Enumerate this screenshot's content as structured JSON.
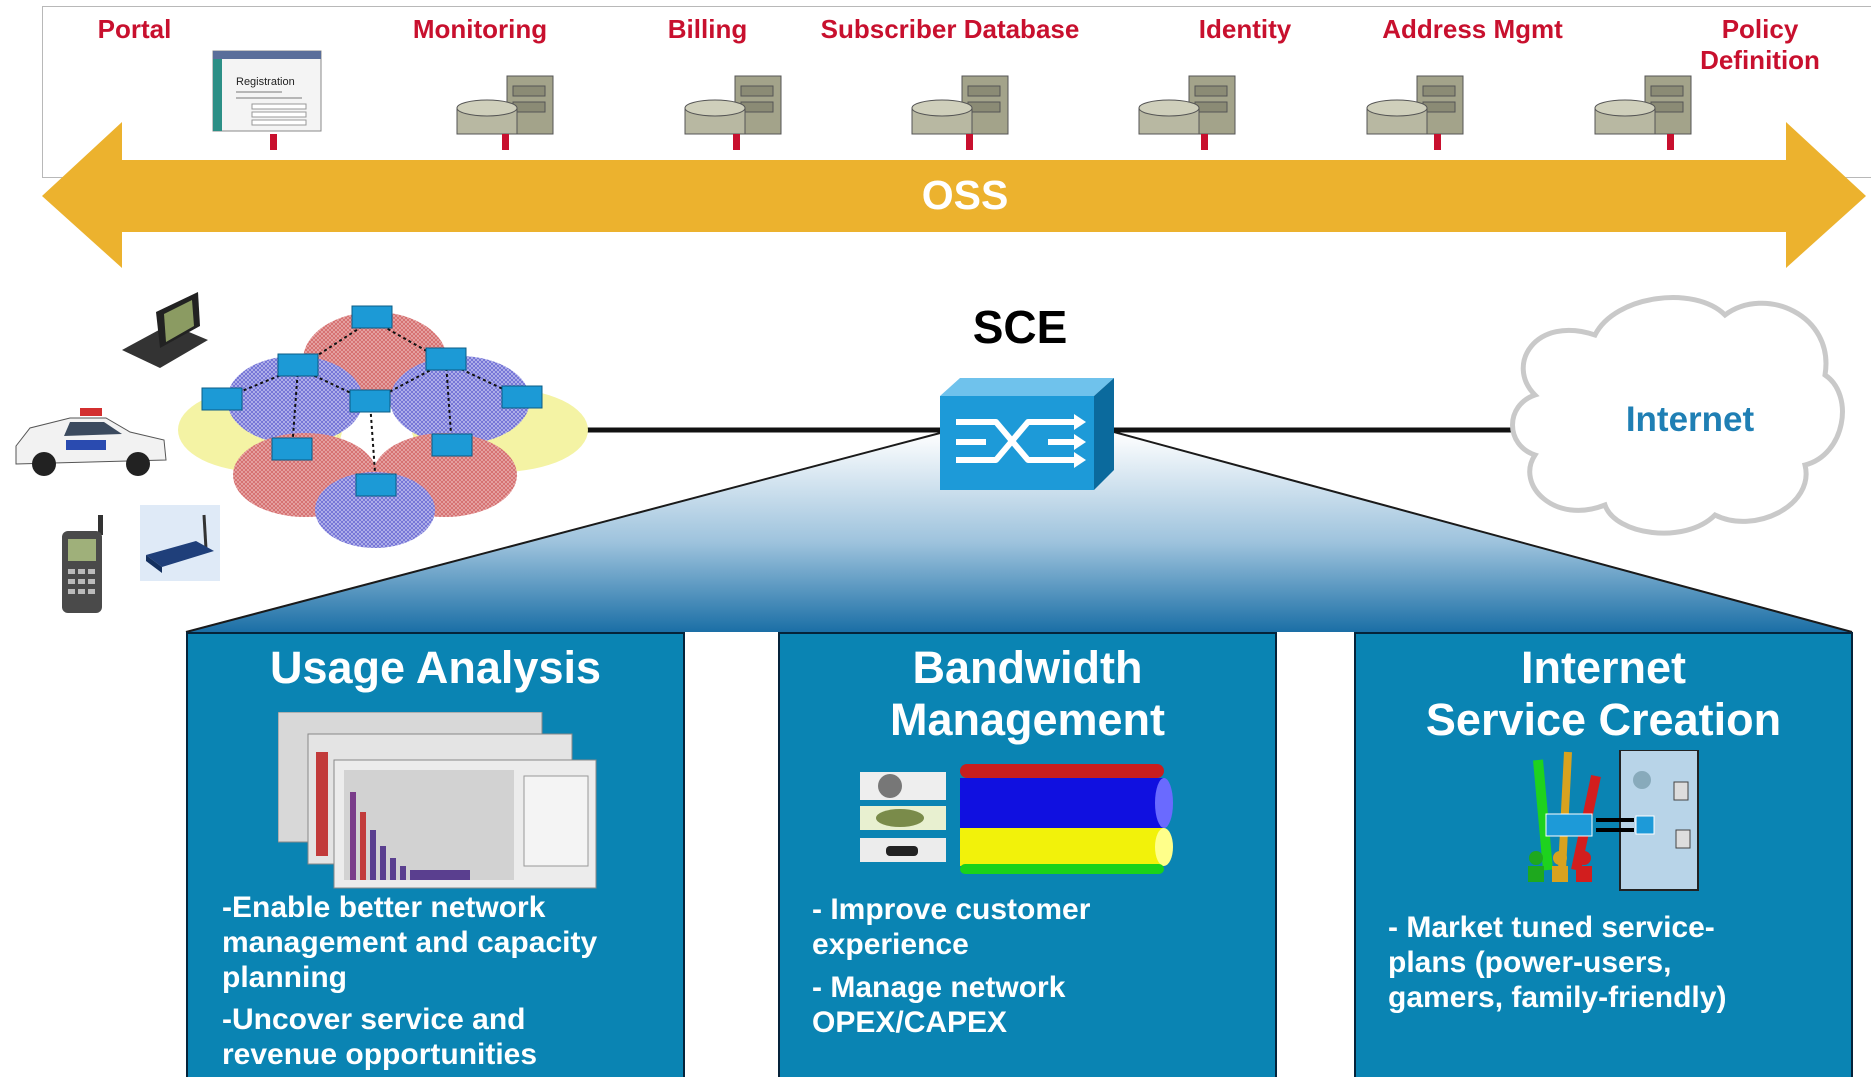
{
  "oss": {
    "label": "OSS",
    "systems": [
      {
        "label": "Portal"
      },
      {
        "label": "Monitoring"
      },
      {
        "label": "Billing"
      },
      {
        "label": "Subscriber Database"
      },
      {
        "label": "Identity"
      },
      {
        "label": "Address Mgmt"
      },
      {
        "label": "Policy\nDefinition"
      }
    ],
    "portal_screen": {
      "title": "Registration"
    }
  },
  "sce": {
    "label": "SCE"
  },
  "internet": {
    "label": "Internet"
  },
  "panels": [
    {
      "title": "Usage Analysis",
      "bullets": [
        "-Enable better network\nmanagement and capacity\nplanning",
        "-Uncover service and\nrevenue opportunities"
      ]
    },
    {
      "title": "Bandwidth\nManagement",
      "bullets": [
        "- Improve customer\nexperience",
        "- Manage network\nOPEX/CAPEX"
      ]
    },
    {
      "title": "Internet\nService Creation",
      "bullets": [
        "- Market tuned service-\nplans (power-users,\ngamers, family-friendly)"
      ]
    }
  ],
  "colors": {
    "oss_arrow": "#ecb22e",
    "label_red": "#c8102e",
    "panel_blue": "#0a84b3",
    "internet_blue": "#1f7fb4"
  }
}
